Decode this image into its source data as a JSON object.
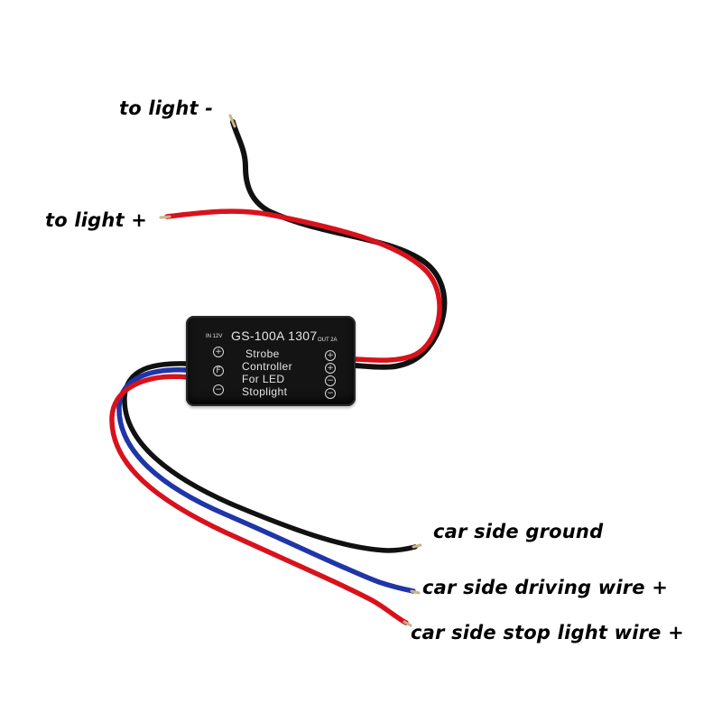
{
  "labels": {
    "to_light_neg": "to light -",
    "to_light_pos": "to light +",
    "car_side_ground": "car side ground",
    "car_side_driving": "car side driving wire +",
    "car_side_stop": "car side stop light wire +"
  },
  "module": {
    "title": "GS-100A 1307",
    "input_rating": "IN 12V",
    "output_rating": "OUT 2A",
    "lines": [
      "Strobe",
      "Controller",
      "For LED",
      "Stoplight"
    ]
  },
  "colors": {
    "wire_black": "#111111",
    "wire_red": "#d8121c",
    "wire_blue": "#1f35a8",
    "module_body": "#141414"
  }
}
